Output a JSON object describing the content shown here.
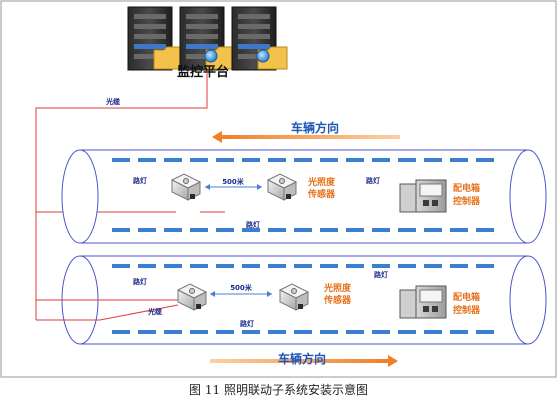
{
  "platform_label": "监控平台",
  "fiber_label": "光缆",
  "top_tunnel": {
    "direction_label": "车辆方向",
    "street_light_labels": [
      "路灯",
      "路灯",
      "路灯"
    ],
    "distance_label": "500米",
    "sensor_label_line1": "光照度",
    "sensor_label_line2": "传感器",
    "cabinet_label_line1": "配电箱",
    "cabinet_label_line2": "控制器"
  },
  "bottom_tunnel": {
    "direction_label": "车辆方向",
    "street_light_labels": [
      "路灯",
      "路灯",
      "路灯"
    ],
    "fiber_label": "光缆",
    "distance_label": "500米",
    "sensor_label_line1": "光照度",
    "sensor_label_line2": "传感器",
    "cabinet_label_line1": "配电箱",
    "cabinet_label_line2": "控制器"
  },
  "caption": "图 11  照明联动子系统安装示意图",
  "colors": {
    "lamp_blue": "#3a7fd0",
    "arrow_orange": "#ef7d22",
    "label_orange": "#e7731c",
    "fiber_red": "#e33a3a",
    "tunnel_outline": "#4b56c8",
    "label_navy": "#1a2a8a",
    "direction_blue": "#1f56b8"
  }
}
